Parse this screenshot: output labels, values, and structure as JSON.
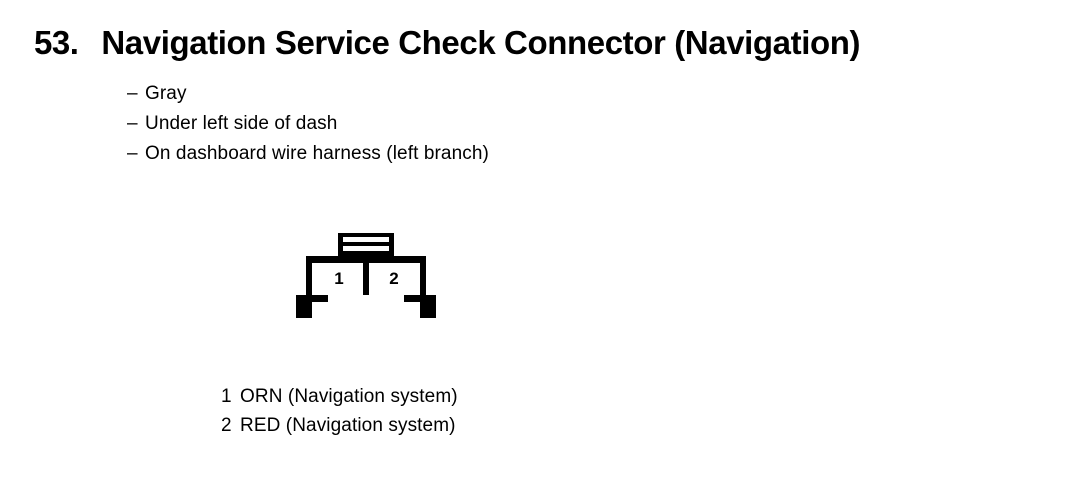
{
  "header": {
    "item_number": "53.",
    "title": "Navigation Service Check Connector (Navigation)"
  },
  "specs": {
    "dash": "–",
    "items": [
      {
        "text": "Gray"
      },
      {
        "text": "Under left side of dash"
      },
      {
        "text": "On dashboard wire harness (left branch)"
      }
    ]
  },
  "connector": {
    "cavity_labels": [
      "1",
      "2"
    ],
    "stroke_color": "#000000",
    "fill_color": "#ffffff"
  },
  "pins": [
    {
      "number": "1",
      "description": "ORN (Navigation system)"
    },
    {
      "number": "2",
      "description": "RED (Navigation system)"
    }
  ],
  "page": {
    "background_color": "#ffffff",
    "text_color": "#000000"
  }
}
